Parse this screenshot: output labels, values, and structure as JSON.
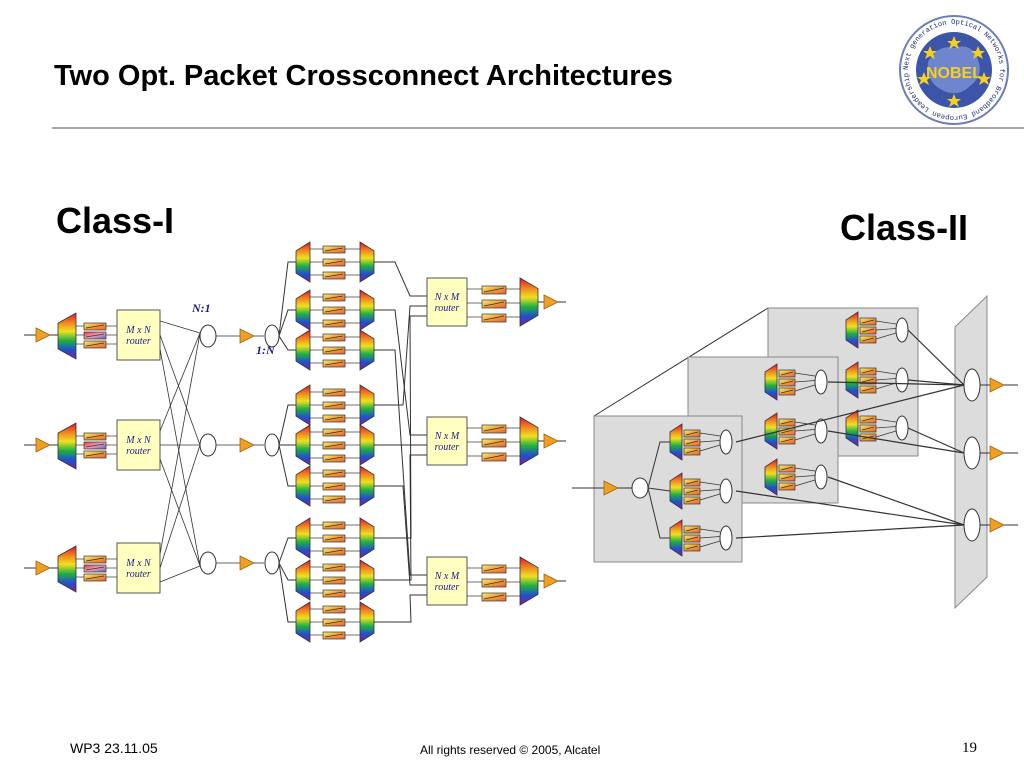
{
  "slide": {
    "title": "Two Opt. Packet Crossconnect Architectures",
    "class1_label": "Class-I",
    "class2_label": "Class-II"
  },
  "diagram": {
    "n1_label": "N:1",
    "one_n_label": "1:N",
    "router_mxn": [
      "M x N",
      "router"
    ],
    "router_nxm": [
      "N x M",
      "router"
    ]
  },
  "logo": {
    "text": "NOBEL",
    "ring_text": "Next generation Optical Networks for Broadband European Leadership"
  },
  "footer": {
    "left": "WP3 23.11.05",
    "center": "All rights reserved © 2005, Alcatel",
    "page_number": "19"
  },
  "colors": {
    "rule": "#a8a8a8",
    "router_fill": "#ffffc0",
    "amplifier": "#f0a020",
    "panel": "#dcdcdc",
    "label_blue": "#1a1a8c"
  }
}
